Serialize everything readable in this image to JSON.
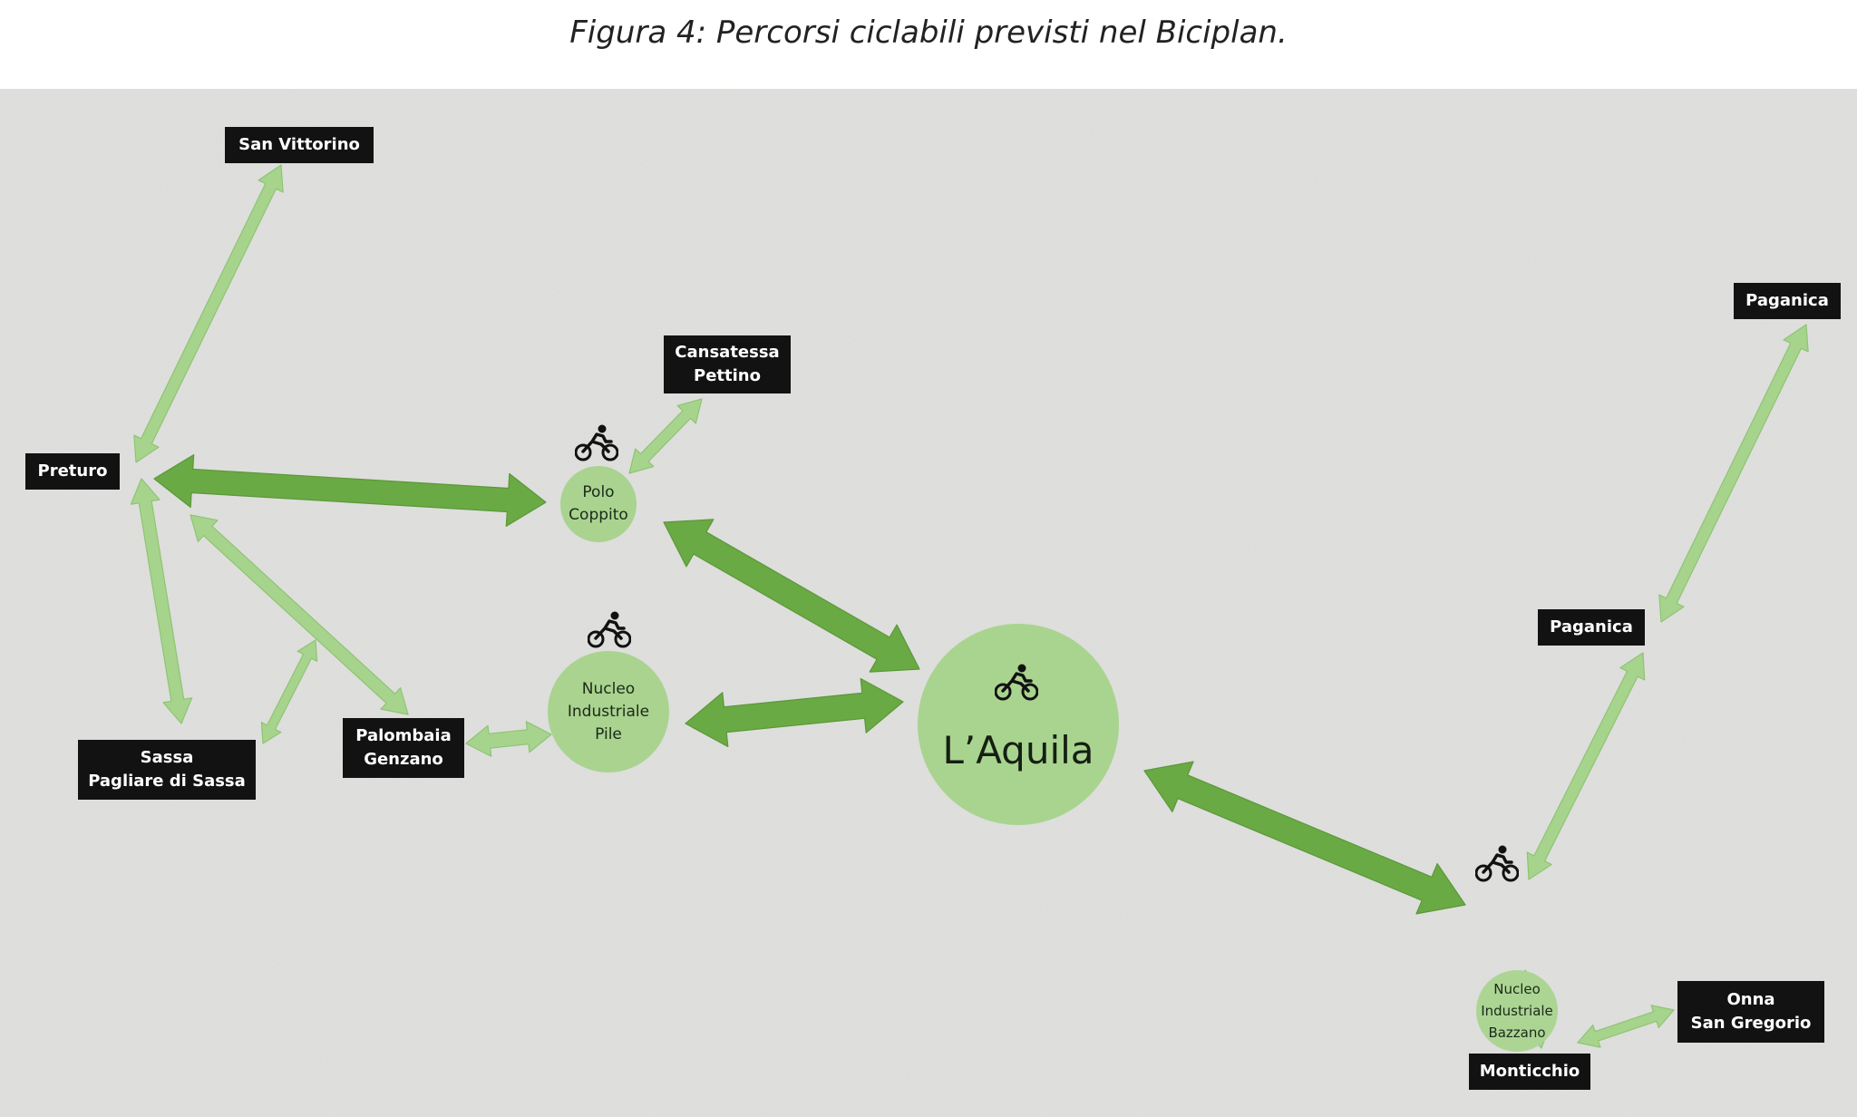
{
  "caption": "Figura 4: Percorsi ciclabili previsti nel Biciplan.",
  "colors": {
    "background": "#e3e3e1",
    "node_fill": "#a9d38f",
    "arrow_dark": "#6aaa44",
    "arrow_light": "#a6d48c",
    "label_box": "#121212",
    "label_text": "#ffffff"
  },
  "places": {
    "san_vittorino": "San Vittorino",
    "preturo": "Preturo",
    "cansatessa_pettino": [
      "Cansatessa",
      "Pettino"
    ],
    "paganica_top": "Paganica",
    "paganica_mid": "Paganica",
    "sassa": [
      "Sassa",
      "Pagliare di Sassa"
    ],
    "palombaia_genzano": [
      "Palombaia",
      "Genzano"
    ],
    "onna_san_gregorio": [
      "Onna",
      "San Gregorio"
    ],
    "monticchio": "Monticchio"
  },
  "hubs": {
    "polo_coppito": [
      "Polo",
      "Coppito"
    ],
    "nucleo_pile": [
      "Nucleo",
      "Industriale",
      "Pile"
    ],
    "laquila": "L’Aquila",
    "nucleo_bazzano": [
      "Nucleo",
      "Industriale",
      "Bazzano"
    ]
  },
  "icons": [
    "bicycle-icon"
  ]
}
